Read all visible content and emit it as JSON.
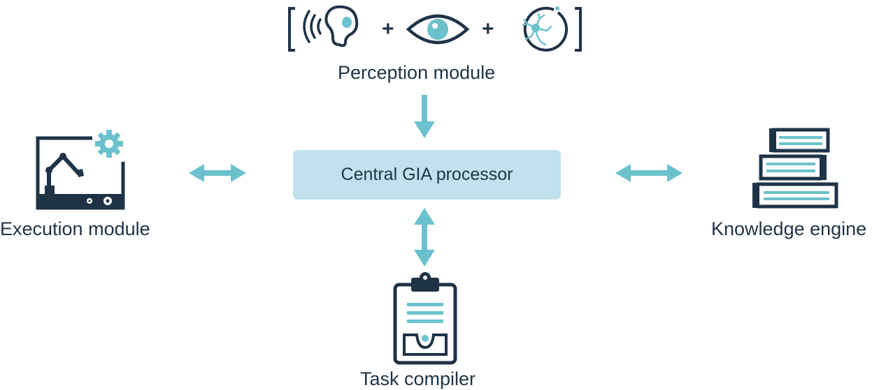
{
  "diagram": {
    "perception_label": "Perception module",
    "center_label": "Central GIA processor",
    "execution_label": "Execution module",
    "knowledge_label": "Knowledge engine",
    "task_label": "Task compiler",
    "plus_symbols": [
      "+",
      "+"
    ]
  },
  "colors": {
    "dark": "#1f3347",
    "accent": "#6bc2cd",
    "box_fill": "#c0e1ed"
  },
  "icons": [
    "ear-icon",
    "eye-icon",
    "neuron-icon",
    "robot-arm-screen-icon",
    "gear-icon",
    "books-icon",
    "clipboard-icon",
    "double-arrow-icon",
    "down-arrow-icon"
  ]
}
